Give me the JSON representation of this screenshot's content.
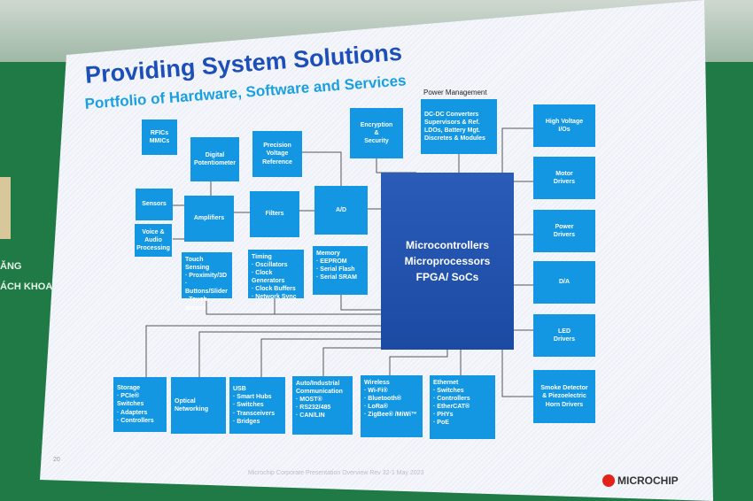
{
  "slide": {
    "title": "Providing System Solutions",
    "subtitle": "Portfolio of Hardware, Software and Services",
    "page_number": "20",
    "footer": "Microchip Corporate Presentation Overview Rev 32-1 May 2023",
    "logo": "MICROCHIP"
  },
  "wall": {
    "text1": "ĂNG",
    "text2": "ÁCH KHOA"
  },
  "blocks": {
    "rfics": [
      "RFICs",
      "MMICs"
    ],
    "digital_pot": [
      "Digital",
      "Potentiometer"
    ],
    "precision_ref": [
      "Precision",
      "Voltage",
      "Reference"
    ],
    "encryption": [
      "Encryption",
      "&",
      "Security"
    ],
    "power_label": "Power Management",
    "power": [
      "DC-DC Converters",
      "Supervisors & Ref.",
      "LDOs, Battery Mgt.",
      "Discretes & Modules"
    ],
    "sensors": [
      "Sensors"
    ],
    "voice": [
      "Voice &",
      "Audio",
      "Processing"
    ],
    "amplifiers": [
      "Amplifiers"
    ],
    "filters": [
      "Filters"
    ],
    "ad": [
      "A/D"
    ],
    "center": [
      "Microcontrollers",
      "Microprocessors",
      "FPGA/ SoCs"
    ],
    "touch": [
      "Touch Sensing",
      "· Proximity/3D",
      "· Buttons/Slider",
      "· Touch Screen"
    ],
    "timing": [
      "Timing",
      "· Oscillators",
      "· Clock Generators",
      "· Clock Buffers",
      "· Network Sync"
    ],
    "memory": [
      "Memory",
      "· EEPROM",
      "· Serial Flash",
      "· Serial SRAM"
    ],
    "high_voltage": [
      "High Voltage",
      "I/Os"
    ],
    "motor": [
      "Motor",
      "Drivers"
    ],
    "power_drivers": [
      "Power",
      "Drivers"
    ],
    "da": [
      "D/A"
    ],
    "led": [
      "LED",
      "Drivers"
    ],
    "smoke": [
      "Smoke Detector",
      "& Piezoelectric",
      "Horn Drivers"
    ],
    "storage": [
      "Storage",
      "· PCIe® Switches",
      "· Adapters",
      "· Controllers"
    ],
    "optical": [
      "Optical",
      "Networking"
    ],
    "usb": [
      "USB",
      "· Smart Hubs",
      "· Switches",
      "· Transceivers",
      "· Bridges"
    ],
    "auto": [
      "Auto/Industrial",
      "Communication",
      "· MOST®",
      "· RS232/485",
      "· CAN/LIN"
    ],
    "wireless": [
      "Wireless",
      "· Wi-Fi®",
      "· Bluetooth®",
      "· LoRa®",
      "· ZigBee® /MiWi™"
    ],
    "ethernet": [
      "Ethernet",
      "· Switches",
      "· Controllers",
      "· EtherCAT®",
      "· PHYs",
      "· PoE"
    ]
  }
}
